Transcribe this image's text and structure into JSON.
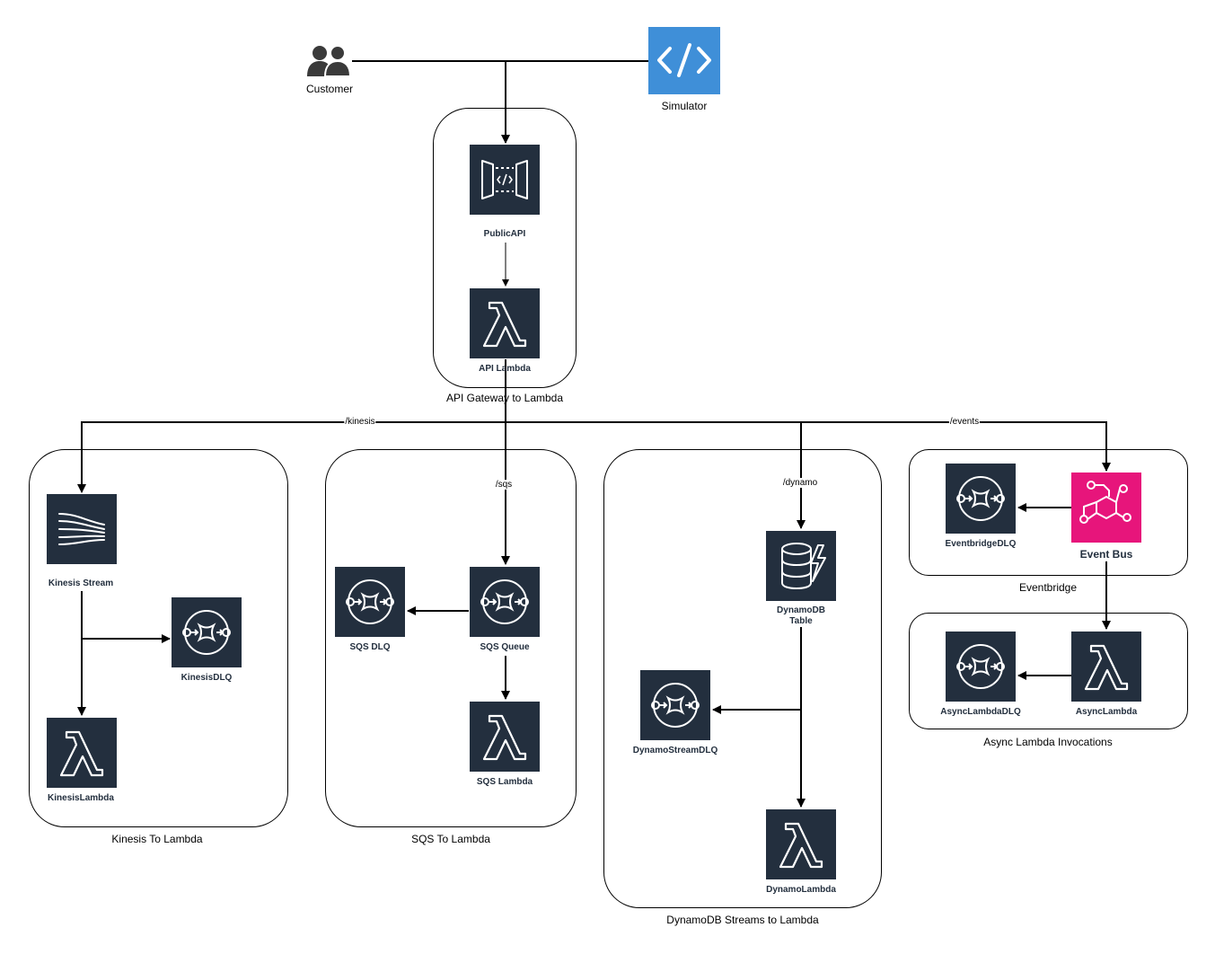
{
  "actors": {
    "customer": "Customer",
    "simulator": "Simulator"
  },
  "groups": {
    "api": "API Gateway to Lambda",
    "kinesis": "Kinesis To Lambda",
    "sqs": "SQS To Lambda",
    "dynamo": "DynamoDB Streams to Lambda",
    "eventbridge": "Eventbridge",
    "async": "Async Lambda Invocations"
  },
  "nodes": {
    "public_api": "PublicAPI",
    "api_lambda": "API Lambda",
    "kinesis_stream": "Kinesis Stream",
    "kinesis_dlq": "KinesisDLQ",
    "kinesis_lambda": "KinesisLambda",
    "sqs_dlq": "SQS DLQ",
    "sqs_queue": "SQS Queue",
    "sqs_lambda": "SQS Lambda",
    "dynamodb_table": "DynamoDB\nTable",
    "dynamo_stream_dlq": "DynamoStreamDLQ",
    "dynamo_lambda": "DynamoLambda",
    "eventbridge_dlq": "EventbridgeDLQ",
    "event_bus": "Event Bus",
    "async_lambda_dlq": "AsyncLambdaDLQ",
    "async_lambda": "AsyncLambda"
  },
  "routes": {
    "kinesis": "/kinesis",
    "sqs": "/sqs",
    "dynamo": "/dynamo",
    "events": "/events"
  },
  "colors": {
    "service_bg": "#232f3e",
    "simulator_bg": "#3f8fd8",
    "event_bus_bg": "#e7157b",
    "line": "#000000"
  }
}
